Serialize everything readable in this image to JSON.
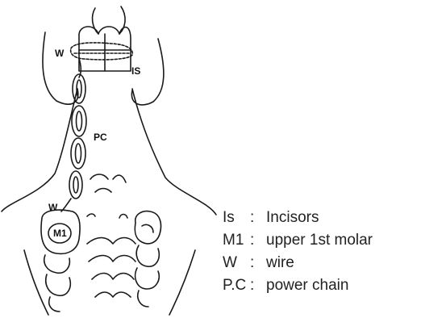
{
  "diagram": {
    "labels": {
      "wire_top": "W",
      "incisors": "IS",
      "power_chain": "PC",
      "wire_bottom": "W",
      "molar": "M1"
    }
  },
  "legend": [
    {
      "abbr": "Is",
      "sep": ":",
      "desc": "Incisors"
    },
    {
      "abbr": "M1",
      "sep": ":",
      "desc": "upper 1st molar"
    },
    {
      "abbr": "W",
      "sep": ":",
      "desc": "wire"
    },
    {
      "abbr": "P.C",
      "sep": ":",
      "desc": "power chain"
    }
  ]
}
